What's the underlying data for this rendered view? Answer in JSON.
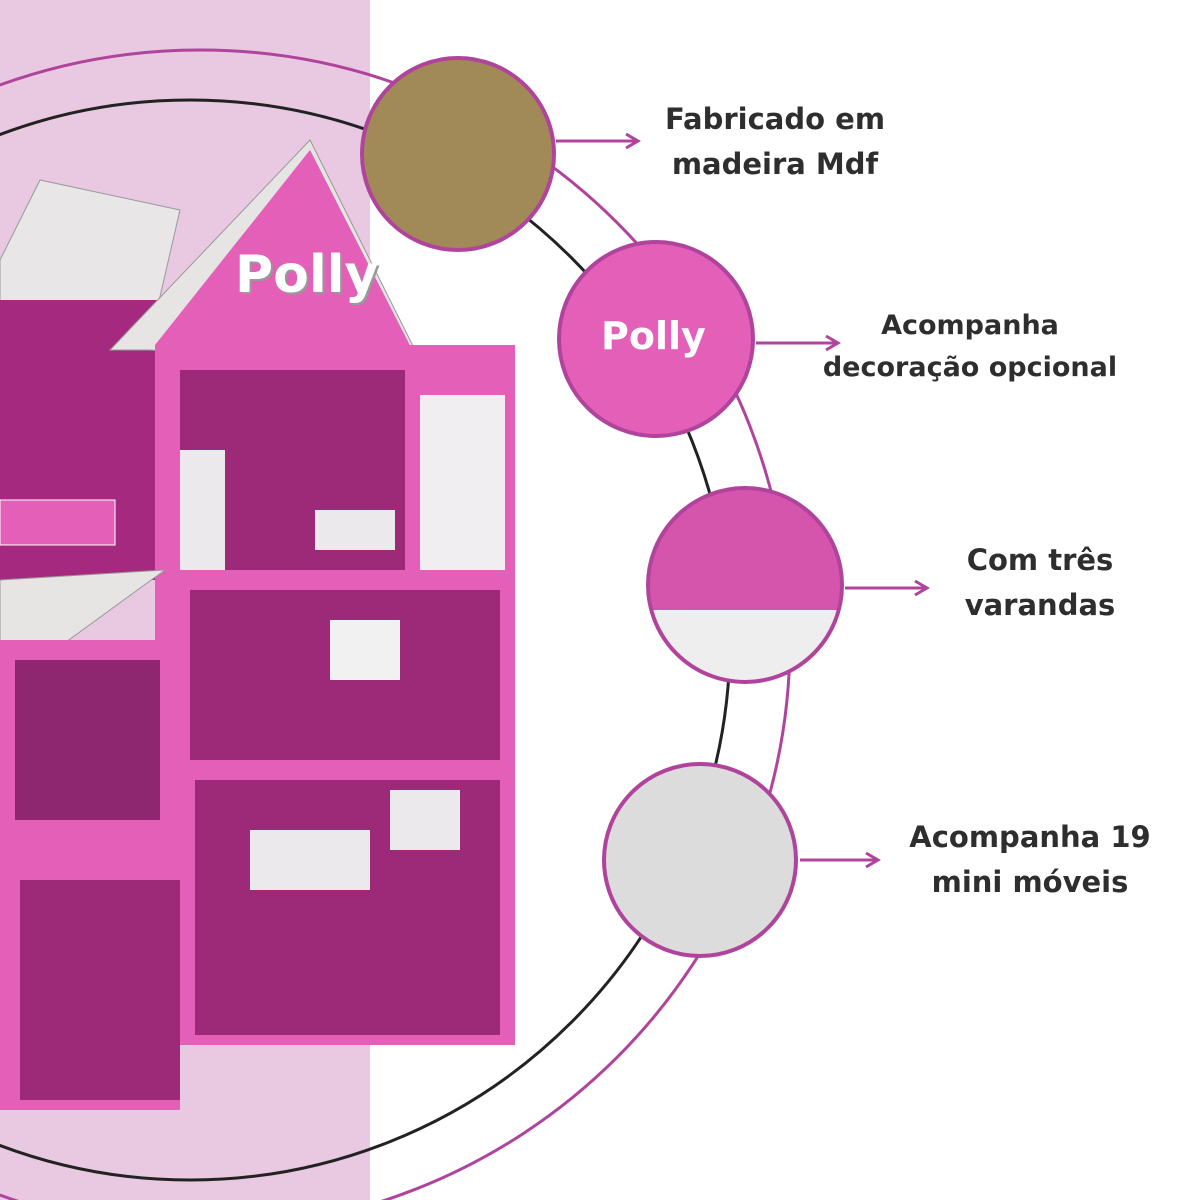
{
  "features": [
    {
      "line1": "Fabricado em",
      "line2": "madeira Mdf",
      "icon": "mdf-wood-texture"
    },
    {
      "line1": "Acompanha",
      "line2": "decoração opcional",
      "icon": "polly-decoration"
    },
    {
      "line1": "Com três",
      "line2": "varandas",
      "icon": "balcony"
    },
    {
      "line1": "Acompanha 19",
      "line2": "mini móveis",
      "icon": "mini-furniture"
    }
  ],
  "house": {
    "logo_text": "Polly"
  },
  "colors": {
    "accent": "#b0449c",
    "house_pink": "#e35fb8",
    "house_dark": "#a8287f",
    "panel": "#e9c9e2",
    "text": "#2e2e2e"
  }
}
